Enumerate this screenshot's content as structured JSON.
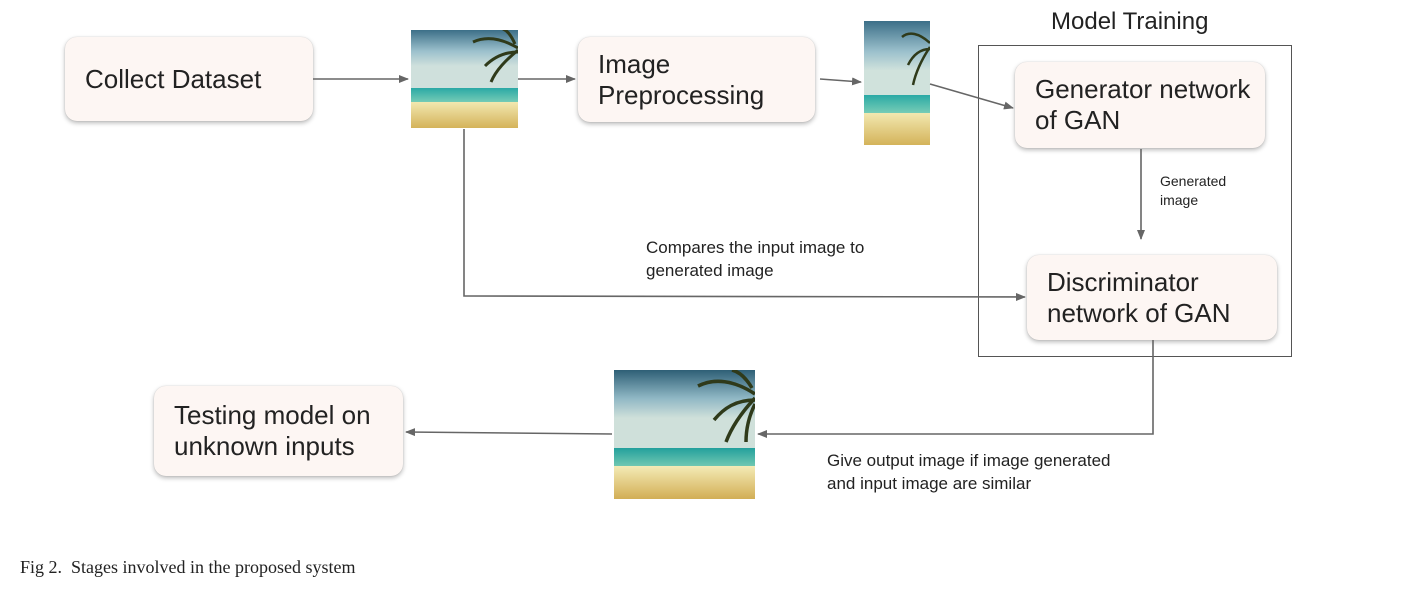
{
  "nodes": {
    "collect_dataset": "Collect Dataset",
    "image_preprocessing": "Image Preprocessing",
    "generator": "Generator network of GAN",
    "discriminator": "Discriminator network of GAN",
    "testing": "Testing model on unknown inputs"
  },
  "group_title": "Model Training",
  "edge_labels": {
    "generated_image": "Generated image",
    "compares": "Compares the input image to generated image",
    "give_output": "Give output image if image generated and input image are similar"
  },
  "caption": "Fig 2.  Stages involved in the proposed system",
  "images": {
    "raw": "beach-image",
    "preprocessed": "beach-image",
    "output": "beach-image"
  },
  "colors": {
    "box_fill": "#fdf6f3",
    "line": "#666666"
  }
}
